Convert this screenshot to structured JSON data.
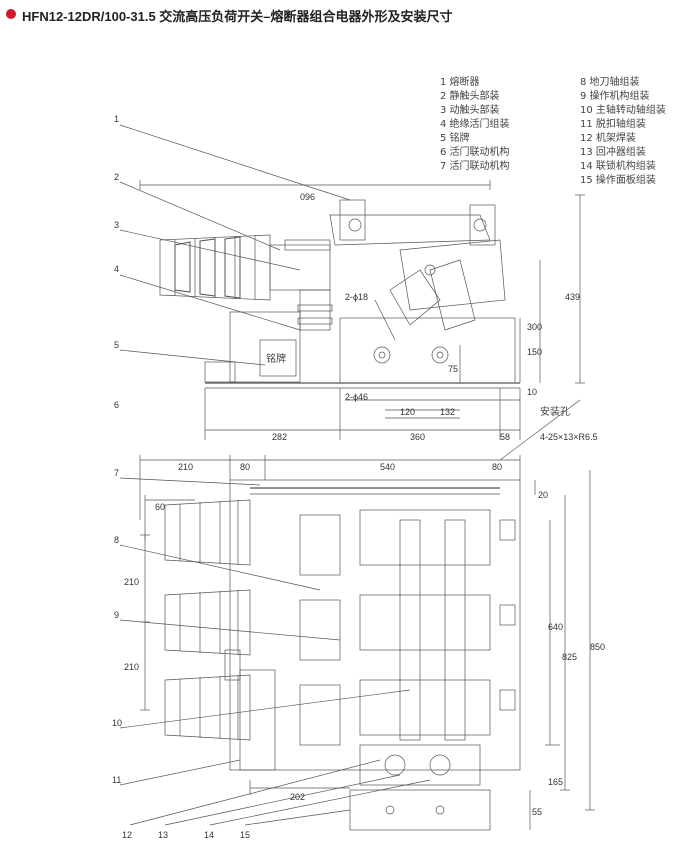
{
  "title": "HFN12-12DR/100-31.5 交流高压负荷开关–熔断器组合电器外形及安装尺寸",
  "accent_color": "#d0192b",
  "legend": [
    "1 熔断器",
    "2 静触头部装",
    "3 动触头部装",
    "4 绝缘活门组装",
    "5 铭牌",
    "6 活门联动机构",
    "7 活门联动机构",
    "8 地刀轴组装",
    "9 操作机构组装",
    "10 主轴转动轴组装",
    "11 脱扣轴组装",
    "12 机架焊装",
    "13 回冲器组装",
    "14 联锁机构组装",
    "15 操作面板组装"
  ],
  "callouts": [
    "1",
    "2",
    "3",
    "4",
    "5",
    "6",
    "7",
    "8",
    "9",
    "10",
    "11",
    "12",
    "13",
    "14",
    "15"
  ],
  "nameplate": "铭牌",
  "dims_top": {
    "d096": "096",
    "d439": "439",
    "d300": "300",
    "d150": "150",
    "d75": "75",
    "d10": "10",
    "d2phi18": "2-ϕ18",
    "d2phi46": "2-ϕ46",
    "d120": "120",
    "d132": "132",
    "d282": "282",
    "d360": "360",
    "d58": "58",
    "mount_hole": "安装孔",
    "mount_spec": "4-25×13×R6.5"
  },
  "dims_bottom": {
    "d210a": "210",
    "d80a": "80",
    "d540": "540",
    "d80b": "80",
    "d60": "60",
    "d20": "20",
    "d210b": "210",
    "d210c": "210",
    "d640": "640",
    "d825": "825",
    "d850": "850",
    "d165": "165",
    "d202": "202",
    "d55": "55"
  }
}
